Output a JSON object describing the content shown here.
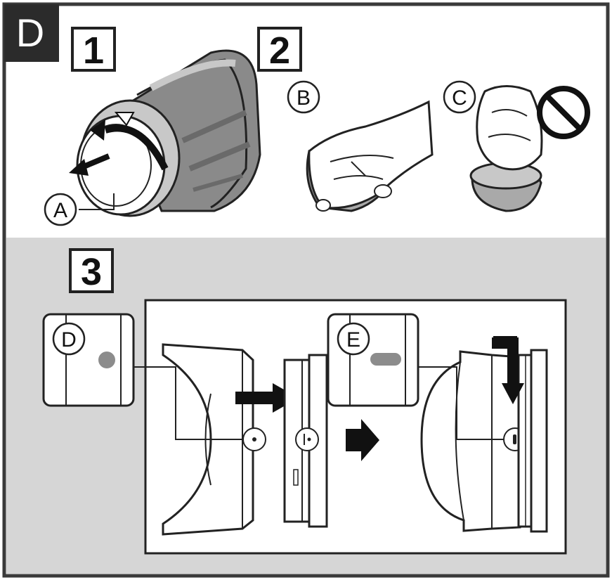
{
  "section_badge": "D",
  "steps": {
    "one": "1",
    "two": "2",
    "three": "3"
  },
  "callouts": {
    "a": "A",
    "b": "B",
    "c": "C",
    "d": "D",
    "e": "E"
  },
  "colors": {
    "frame": "#3a3a3a",
    "panel_bottom": "#d6d6d6",
    "lens_dark": "#8a8a8a",
    "lens_mid": "#a9a9a9",
    "lens_light": "#c8c8c8",
    "mark": "#8c8c8c",
    "badge_bg": "#2b2b2b"
  },
  "icons": {
    "prohibited": "prohibited-icon",
    "arrow_forward": "arrow-right-icon",
    "arrow_rotate": "rotate-arrow-icon",
    "arrow_down": "arrow-down-icon"
  }
}
